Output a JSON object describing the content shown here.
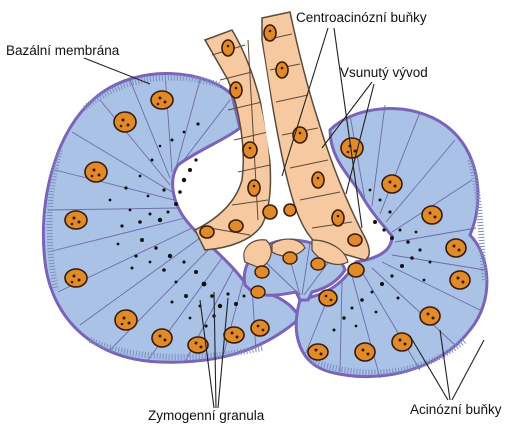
{
  "labels": {
    "basal_membrane": "Bazální membrána",
    "centroacinar_cells": "Centroacinózní buňky",
    "intercalated_duct": "Vsunutý vývod",
    "zymogen_granules": "Zymogenní granula",
    "acinar_cells": "Acinózní buňky"
  },
  "colors": {
    "acinus_fill": "#a9c2e6",
    "acinus_outline": "#7a63b8",
    "duct_fill": "#f7c9a0",
    "duct_outline": "#5a4a3a",
    "nucleus_fill": "#e08a2a",
    "nucleus_chromatin": "#3a1a08",
    "granule": "#111111",
    "lumen": "#ffffff"
  }
}
